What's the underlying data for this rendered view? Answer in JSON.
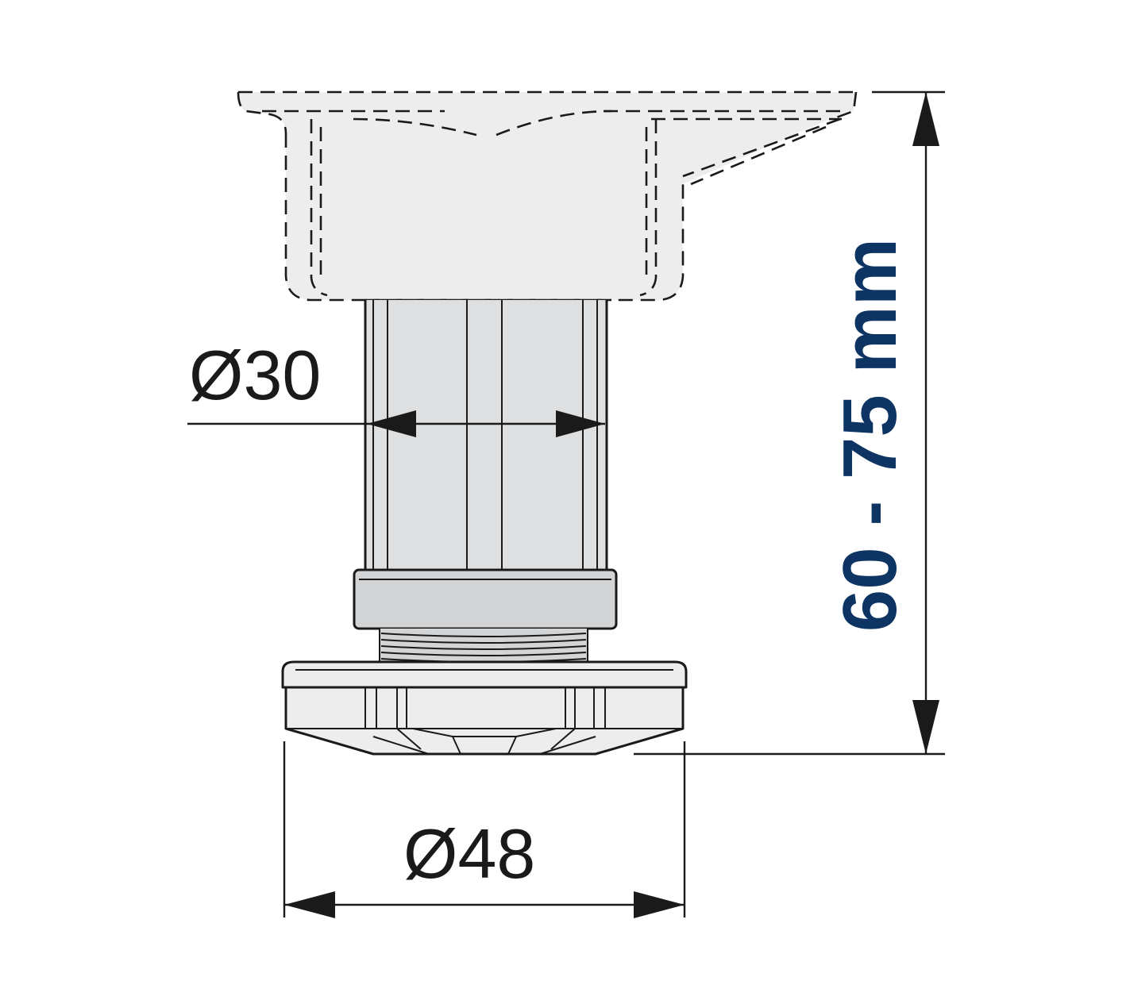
{
  "dimensions": {
    "shaft_diameter": "Ø30",
    "base_diameter": "Ø48",
    "height_range": "60 - 75 mm"
  },
  "colors": {
    "height_label": "#0d3463",
    "line": "#1a1a1a",
    "part_fill": "#dedfe1"
  }
}
